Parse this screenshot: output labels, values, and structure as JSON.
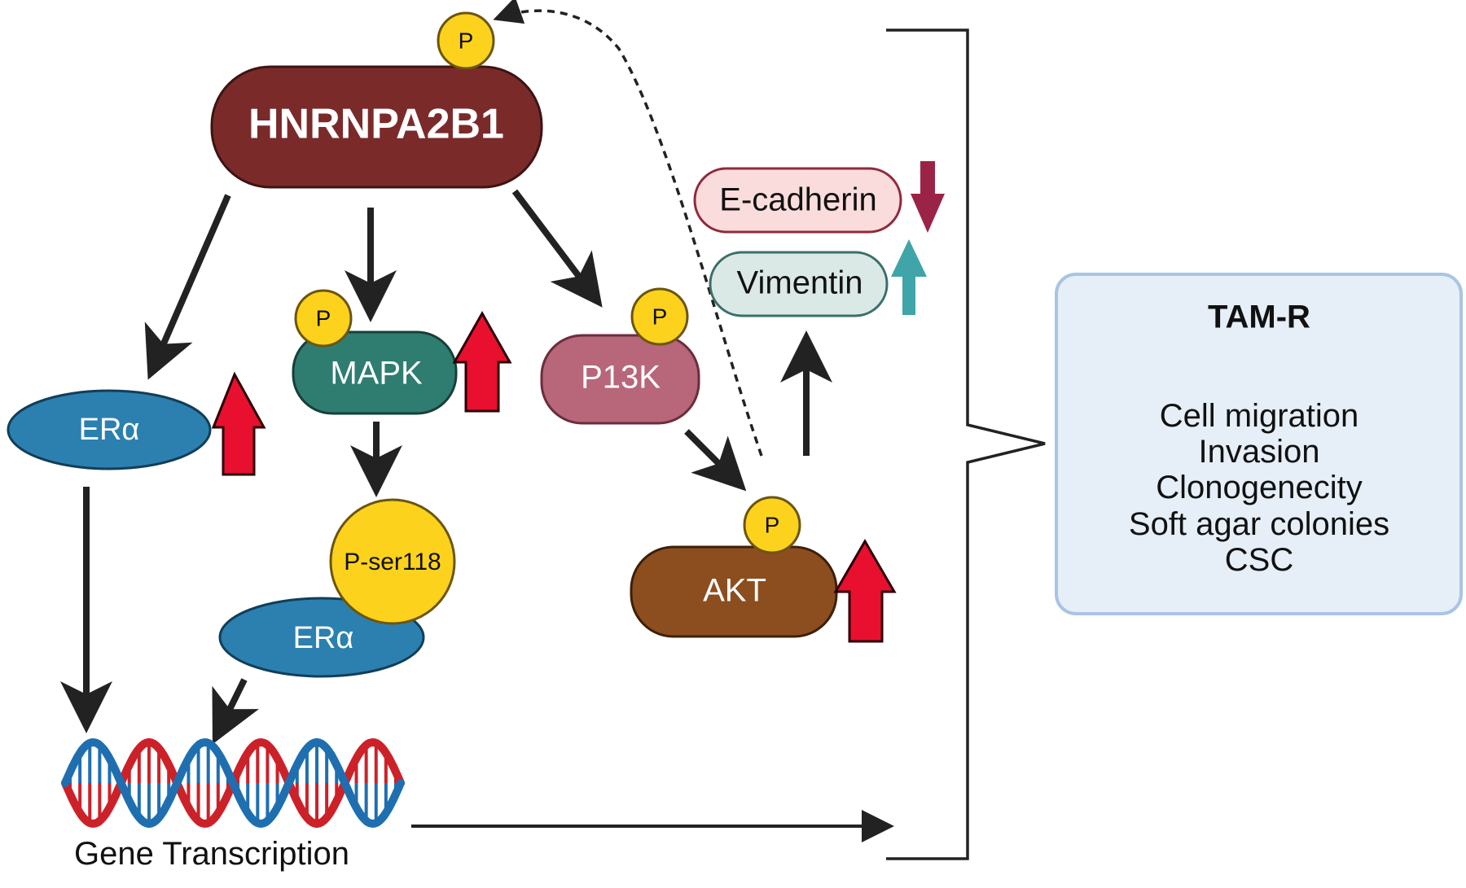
{
  "nodes": {
    "hnrnpa2b1": "HNRNPA2B1",
    "mapk": "MAPK",
    "p13k": "P13K",
    "eralpha_left": "ERα",
    "eralpha_bottom": "ERα",
    "akt": "AKT",
    "ecadherin": "E-cadherin",
    "vimentin": "Vimentin",
    "pser118": "P-ser118",
    "gene_transcription": "Gene Transcription"
  },
  "phospho_label": "P",
  "tamr_box": {
    "title": "TAM-R",
    "items": [
      "Cell migration",
      "Invasion",
      "Clonogenecity",
      "Soft agar colonies",
      "CSC"
    ]
  },
  "colors": {
    "hnrnpa2b1": "#7b2a2a",
    "mapk": "#2e7d70",
    "p13k": "#b8667a",
    "eralpha": "#2b80b0",
    "akt": "#8c4e1f",
    "phospho": "#fdd21c",
    "up_arrow_red": "#e8102e",
    "down_arrow": "#9b2347",
    "up_arrow_teal": "#3fa5a8",
    "ecadherin_fill": "#fbdcdc",
    "vimentin_fill": "#dbe9e6",
    "tamr_fill": "#e6eff8",
    "tamr_border": "#a9c4e3",
    "dna_red": "#cc2128",
    "dna_blue": "#1f6fb0"
  }
}
